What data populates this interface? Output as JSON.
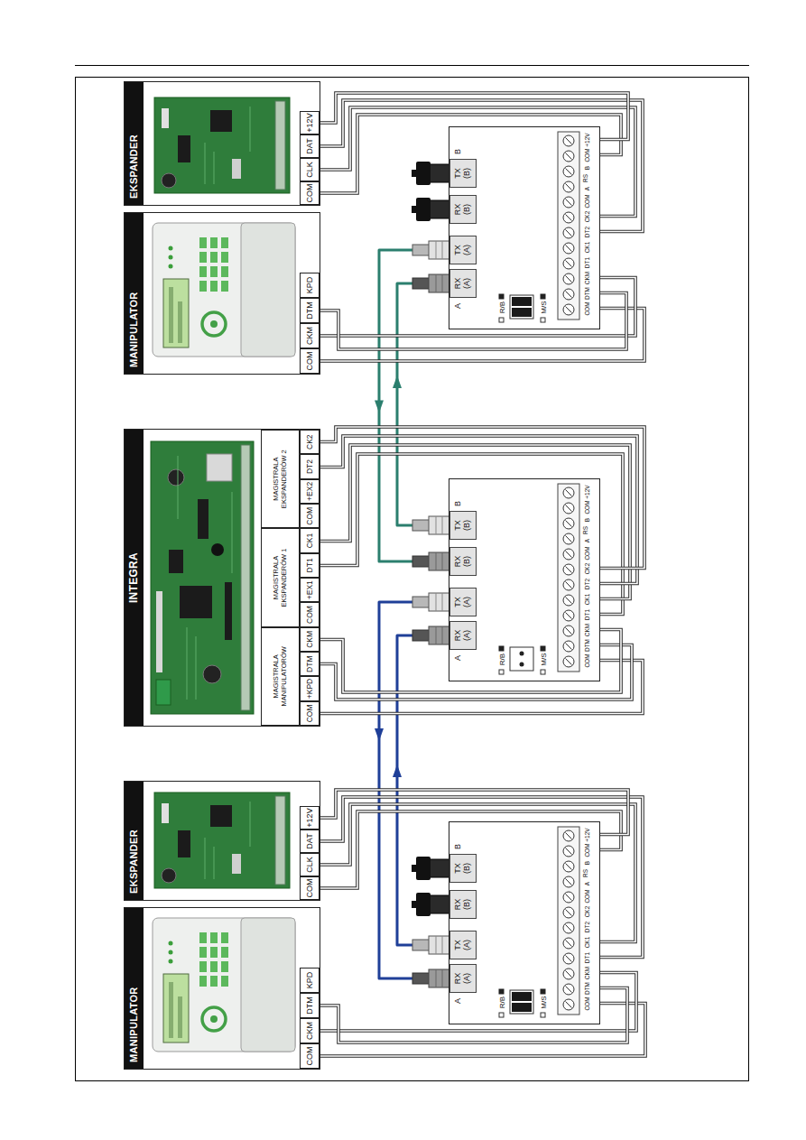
{
  "diagram": {
    "nodes": [
      {
        "text": [
          "MANIPULATOR"
        ]
      },
      {
        "text": [
          "EKSPANDER"
        ]
      },
      {
        "text": [
          "INTEGRA"
        ]
      },
      {
        "text": [
          "MANIPULATOR"
        ]
      },
      {
        "text": [
          "EKSPANDER"
        ]
      },
      {
        "text": [
          "A",
          "B"
        ]
      },
      {
        "text": [
          "RX (A)"
        ],
        "in": 5
      },
      {
        "text": [
          "TX (A)"
        ],
        "in": 5
      },
      {
        "text": [
          "RX (B)"
        ],
        "in": 5
      },
      {
        "text": [
          "TX (B)"
        ],
        "in": 5
      },
      {
        "text": [
          "A",
          "B"
        ]
      },
      {
        "text": [
          "RX (A)"
        ],
        "in": 10
      },
      {
        "text": [
          "TX (A)"
        ],
        "in": 10
      },
      {
        "text": [
          "RX (B)"
        ],
        "in": 10
      },
      {
        "text": [
          "TX (B)"
        ],
        "in": 10
      },
      {
        "text": [
          "A",
          "B"
        ]
      },
      {
        "text": [
          "RX (A)"
        ],
        "in": 15
      },
      {
        "text": [
          "TX (A)"
        ],
        "in": 15
      },
      {
        "text": [
          "RX (B)"
        ],
        "in": 15
      },
      {
        "text": [
          "TX (B)"
        ],
        "in": 15
      }
    ],
    "edges": [
      {
        "from": 12,
        "to": 6,
        "arrow": "to"
      },
      {
        "from": 7,
        "to": 11,
        "arrow": "to"
      },
      {
        "from": 17,
        "to": 13,
        "arrow": "to"
      },
      {
        "from": 14,
        "to": 16,
        "arrow": "to"
      },
      {
        "from": 0,
        "to": 5,
        "arrow": "none"
      },
      {
        "from": 0,
        "to": 5,
        "arrow": "none"
      },
      {
        "from": 0,
        "to": 5,
        "arrow": "none"
      },
      {
        "from": 1,
        "to": 5,
        "arrow": "none"
      },
      {
        "from": 1,
        "to": 5,
        "arrow": "none"
      },
      {
        "from": 1,
        "to": 5,
        "arrow": "none"
      },
      {
        "from": 1,
        "to": 5,
        "arrow": "none"
      },
      {
        "from": 2,
        "to": 10,
        "arrow": "none"
      },
      {
        "from": 2,
        "to": 10,
        "arrow": "none"
      },
      {
        "from": 2,
        "to": 10,
        "arrow": "none"
      },
      {
        "from": 2,
        "to": 10,
        "arrow": "none"
      },
      {
        "from": 2,
        "to": 10,
        "arrow": "none"
      },
      {
        "from": 2,
        "to": 10,
        "arrow": "none"
      },
      {
        "from": 2,
        "to": 10,
        "arrow": "none"
      },
      {
        "from": 3,
        "to": 15,
        "arrow": "none"
      },
      {
        "from": 3,
        "to": 15,
        "arrow": "none"
      },
      {
        "from": 3,
        "to": 15,
        "arrow": "none"
      },
      {
        "from": 4,
        "to": 15,
        "arrow": "none"
      },
      {
        "from": 4,
        "to": 15,
        "arrow": "none"
      },
      {
        "from": 4,
        "to": 15,
        "arrow": "none"
      },
      {
        "from": 4,
        "to": 15,
        "arrow": "none"
      }
    ],
    "labels": [
      "COM",
      "CKM",
      "DTM",
      "KPD",
      "COM",
      "CLK",
      "DAT",
      "+12V",
      "MAGISTRALA MANIPULATORÓW",
      "MAGISTRALA EKSPANDERÓW 1",
      "MAGISTRALA EKSPANDERÓW 2",
      "COM",
      "+KPD",
      "DTM",
      "CKM",
      "COM",
      "+EX1",
      "DT1",
      "CK1",
      "COM",
      "+EX2",
      "DT2",
      "CK2",
      "COM",
      "CKM",
      "DTM",
      "KPD",
      "COM",
      "CLK",
      "DAT",
      "+12V",
      "R/B",
      "M/S",
      "COM",
      "DTM",
      "CKM",
      "DT1",
      "CK1",
      "DT2",
      "CK2",
      "COM",
      "A",
      "RS",
      "B",
      "COM",
      "+12V",
      "R/B",
      "M/S",
      "COM",
      "DTM",
      "CKM",
      "DT1",
      "CK1",
      "DT2",
      "CK2",
      "COM",
      "A",
      "RS",
      "B",
      "COM",
      "+12V",
      "R/B",
      "M/S",
      "COM",
      "DTM",
      "CKM",
      "DT1",
      "CK1",
      "DT2",
      "CK2",
      "COM",
      "A",
      "RS",
      "B",
      "COM",
      "+12V"
    ]
  }
}
